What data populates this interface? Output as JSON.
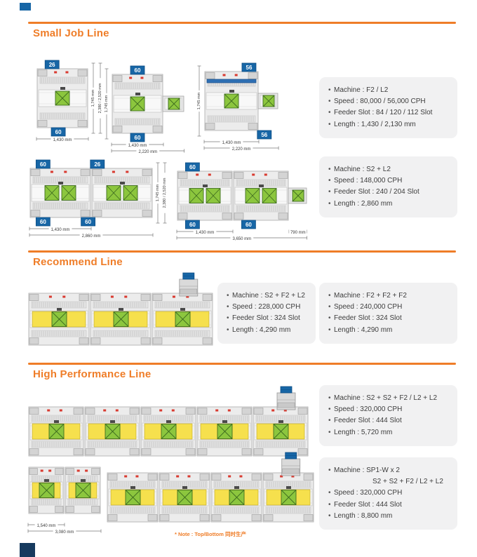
{
  "sections": [
    {
      "title": "Small Job Line"
    },
    {
      "title": "Recommend Line"
    },
    {
      "title": "High Performance Line"
    }
  ],
  "note": "* Note : Top/Bottom 同时生产",
  "colors": {
    "accent_orange": "#ef7d28",
    "badge_blue": "#1766a6",
    "crate_green": "#8cc63e",
    "panel_yellow": "#f6e04d"
  },
  "spec_boxes": [
    {
      "name": "small-job-f2-l2",
      "lines": [
        {
          "b": true,
          "t": "Machine : F2 / L2"
        },
        {
          "b": true,
          "t": "Speed : 80,000 / 56,000 CPH"
        },
        {
          "b": true,
          "t": "Feeder Slot : 84 / 120 / 112 Slot"
        },
        {
          "b": true,
          "t": "Length : 1,430 / 2,130 mm"
        }
      ]
    },
    {
      "name": "small-job-s2-l2",
      "lines": [
        {
          "b": true,
          "t": "Machine : S2 + L2"
        },
        {
          "b": true,
          "t": "Speed : 148,000 CPH"
        },
        {
          "b": true,
          "t": "Feeder Slot : 240 / 204 Slot"
        },
        {
          "b": true,
          "t": "Length : 2,860 mm"
        }
      ]
    },
    {
      "name": "recommend-s2-f2-l2",
      "lines": [
        {
          "b": true,
          "t": "Machine : S2 + F2 + L2"
        },
        {
          "b": true,
          "t": "Speed : 228,000 CPH"
        },
        {
          "b": true,
          "t": "Feeder Slot : 324 Slot"
        },
        {
          "b": true,
          "t": "Length : 4,290 mm"
        }
      ]
    },
    {
      "name": "recommend-f2-f2-f2",
      "lines": [
        {
          "b": true,
          "t": "Machine : F2 + F2 + F2"
        },
        {
          "b": true,
          "t": "Speed : 240,000 CPH"
        },
        {
          "b": true,
          "t": "Feeder Slot : 324 Slot"
        },
        {
          "b": true,
          "t": "Length : 4,290 mm"
        }
      ]
    },
    {
      "name": "high-perf-s2-s2-f2",
      "lines": [
        {
          "b": true,
          "t": "Machine : S2 + S2 + F2 / L2 + L2"
        },
        {
          "b": true,
          "t": "Speed : 320,000 CPH"
        },
        {
          "b": true,
          "t": "Feeder Slot : 444 Slot"
        },
        {
          "b": true,
          "t": "Length : 5,720 mm"
        }
      ]
    },
    {
      "name": "high-perf-sp1w",
      "lines": [
        {
          "b": true,
          "t": "Machine : SP1-W x 2"
        },
        {
          "b": false,
          "t": "S2 + S2 + F2 / L2 + L2"
        },
        {
          "b": true,
          "t": "Speed : 320,000 CPH"
        },
        {
          "b": true,
          "t": "Feeder Slot : 444 Slot"
        },
        {
          "b": true,
          "t": "Length : 8,800 mm"
        }
      ]
    }
  ],
  "diagrams": [
    {
      "id": "d1",
      "units": 1,
      "uw": 74,
      "h": 100,
      "variant": "g",
      "badges_top": [
        {
          "u": 0.3,
          "l": "26"
        }
      ],
      "badges_bottom": [
        {
          "u": 0.42,
          "l": "60"
        }
      ],
      "dims_bottom": [
        {
          "f": 0,
          "t": 1,
          "l": "1,430 mm",
          "r": 0
        }
      ],
      "dims_right": [
        "1,745 mm",
        "2,380 / 2,520 mm"
      ]
    },
    {
      "id": "d2",
      "units": 1,
      "uw": 74,
      "h": 100,
      "variant": "g",
      "attach": 0.4,
      "badges_top": [
        {
          "u": 0.5,
          "l": "60"
        }
      ],
      "badges_bottom": [
        {
          "u": 0.5,
          "l": "60"
        }
      ],
      "dims_bottom": [
        {
          "f": 0,
          "t": 1,
          "l": "1,430 mm",
          "r": 0
        },
        {
          "f": 0,
          "t": 1.4,
          "l": "2,220 mm",
          "r": 1
        }
      ],
      "dims_left": [
        "1,745 mm"
      ]
    },
    {
      "id": "d3",
      "units": 1,
      "uw": 78,
      "h": 100,
      "variant": "g",
      "attach": 0.36,
      "gantry": true,
      "badges_top": [
        {
          "u": 0.82,
          "l": "56"
        }
      ],
      "badges_bottom": [
        {
          "u": 1.1,
          "l": "56"
        }
      ],
      "dims_bottom": [
        {
          "f": 0,
          "t": 1,
          "l": "1,430 mm",
          "r": 0
        },
        {
          "f": 0,
          "t": 1.36,
          "l": "2,220 mm",
          "r": 1
        }
      ],
      "dims_left": [
        "1,745 mm"
      ]
    },
    {
      "id": "d4",
      "units": 2,
      "uw": 88,
      "h": 86,
      "variant": "d",
      "badges_top": [
        {
          "u": 0.22,
          "l": "60"
        },
        {
          "u": 1.1,
          "l": "26"
        }
      ],
      "badges_bottom": [
        {
          "u": 0.22,
          "l": "60"
        },
        {
          "u": 0.95,
          "l": "60"
        }
      ],
      "dims_bottom": [
        {
          "f": 0,
          "t": 1,
          "l": "1,430 mm",
          "r": 0
        },
        {
          "f": 0,
          "t": 2,
          "l": "2,860 mm",
          "r": 1
        }
      ],
      "dims_right": [
        "1,745 mm",
        "2,380 / 2,520 mm"
      ]
    },
    {
      "id": "d5",
      "units": 2,
      "uw": 80,
      "h": 86,
      "variant": "d",
      "attach": 0.32,
      "badges_top": [
        {
          "u": 0.28,
          "l": "60"
        }
      ],
      "badges_bottom": [
        {
          "u": 0.28,
          "l": "60"
        },
        {
          "u": 1.28,
          "l": "60"
        }
      ],
      "dims_bottom": [
        {
          "f": 0,
          "t": 1,
          "l": "1,430 mm",
          "r": 0
        },
        {
          "f": 2,
          "t": 2.32,
          "l": "790 mm",
          "r": 0
        },
        {
          "f": 0,
          "t": 2.32,
          "l": "3,650 mm",
          "r": 1
        }
      ]
    },
    {
      "id": "r1",
      "units": 3,
      "uw": 88,
      "h": 90,
      "variant": "y",
      "tower": 2.6
    },
    {
      "id": "hp1",
      "units": 5,
      "uw": 80,
      "h": 86,
      "variant": "y",
      "tower": 4.6
    },
    {
      "id": "hp2a",
      "units": 2,
      "uw": 52,
      "h": 82,
      "variant": "y",
      "dims_bottom": [
        {
          "f": 0,
          "t": 1,
          "l": "1,540 mm",
          "r": 0
        },
        {
          "f": 0,
          "t": 2,
          "l": "3,080 mm",
          "r": 1
        }
      ]
    },
    {
      "id": "hp2b",
      "units": 4,
      "uw": 74,
      "h": 86,
      "variant": "y",
      "tower": 3.55
    }
  ]
}
